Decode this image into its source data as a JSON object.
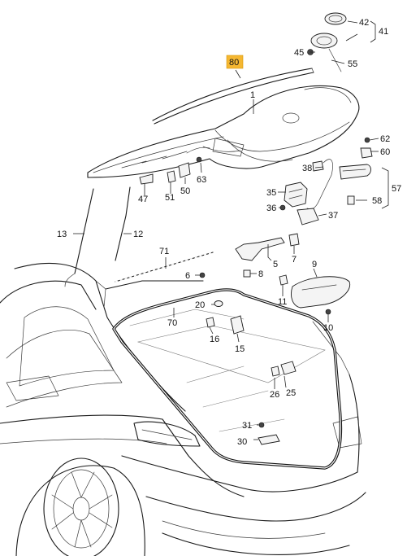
{
  "callouts": {
    "c1": "1",
    "c5": "5",
    "c6": "6",
    "c7": "7",
    "c8": "8",
    "c9": "9",
    "c10": "10",
    "c11": "11",
    "c12": "12",
    "c13": "13",
    "c15": "15",
    "c16": "16",
    "c20": "20",
    "c25": "25",
    "c26": "26",
    "c30": "30",
    "c31": "31",
    "c35": "35",
    "c36": "36",
    "c37": "37",
    "c38": "38",
    "c41": "41",
    "c42": "42",
    "c45": "45",
    "c47": "47",
    "c50": "50",
    "c51": "51",
    "c55": "55",
    "c57": "57",
    "c58": "58",
    "c60": "60",
    "c62": "62",
    "c63": "63",
    "c70": "70",
    "c71": "71",
    "c80": "80"
  },
  "highlight": {
    "part": "80",
    "color": "#f5b731"
  }
}
